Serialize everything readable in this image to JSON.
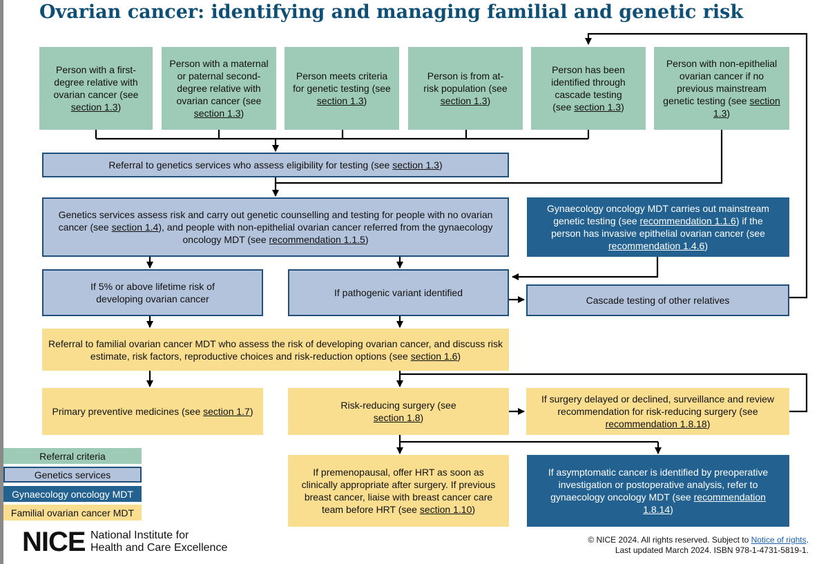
{
  "title": "Ovarian cancer: identifying and managing familial and genetic risk",
  "entry_boxes": [
    {
      "pre": "Person with a first-degree relative with ovarian cancer (see ",
      "link": "section 1.3",
      "post": ")"
    },
    {
      "pre": "Person with a maternal or paternal second-degree relative with ovarian cancer (see ",
      "link": "section 1.3",
      "post": ")"
    },
    {
      "pre": "Person meets criteria for genetic testing (see ",
      "link": "section 1.3",
      "post": ")"
    },
    {
      "pre": "Person is from at-risk population (see ",
      "link": "section 1.3",
      "post": ")"
    },
    {
      "pre": "Person has been identified through cascade testing (see ",
      "link": "section 1.3",
      "post": ")"
    },
    {
      "pre": "Person with non-epithelial ovarian cancer if no previous mainstream genetic testing (see ",
      "link": "section 1.3",
      "post": ")"
    }
  ],
  "referral_genetics": {
    "pre": "Referral to genetics services who assess eligibility for testing (see ",
    "link": "section 1.3",
    "post": ")"
  },
  "genetics_assess": {
    "pre": "Genetics services assess risk and carry out genetic counselling and testing for people with no ovarian cancer (see ",
    "link1": "section 1.4",
    "mid": "), and people with non-epithelial ovarian cancer referred from the gynaecology oncology MDT (see ",
    "link2": "recommendation 1.1.5",
    "post": ")"
  },
  "mdt_mainstream": {
    "pre": "Gynaecology oncology MDT carries out mainstream genetic testing (see ",
    "link1": "recommendation 1.1.6",
    "mid": ") if the person has invasive epithelial ovarian cancer (see ",
    "link2": "recommendation 1.4.6",
    "post": ")"
  },
  "risk_5pct": "If 5% or above lifetime risk of developing ovarian cancer",
  "pathogenic": "If pathogenic variant identified",
  "cascade": "Cascade testing of other relatives",
  "familial_mdt": {
    "pre": "Referral to familial ovarian cancer MDT who assess the risk of developing ovarian cancer, and discuss risk estimate, risk factors, reproductive choices and risk-reduction options (see ",
    "link": "section 1.6",
    "post": ")"
  },
  "preventive": {
    "pre": "Primary preventive medicines (see ",
    "link": "section 1.7",
    "post": ")"
  },
  "surgery": {
    "pre": "Risk-reducing surgery (see ",
    "link": "section 1.8",
    "post": ")"
  },
  "surveillance": {
    "pre": "If surgery delayed or declined, surveillance and review recommendation for risk-reducing surgery (see ",
    "link": "recommendation 1.8.18",
    "post": ")"
  },
  "premenopausal": {
    "pre": "If premenopausal, offer HRT as soon as clinically appropriate after surgery. If previous breast cancer, liaise with breast cancer care team before HRT (see ",
    "link": "section 1.10",
    "post": ")"
  },
  "asymptomatic": {
    "pre": "If asymptomatic cancer is identified by preoperative investigation or postoperative analysis, refer to gynaecology oncology MDT (see ",
    "link": "recommendation 1.8.14",
    "post": ")"
  },
  "legend": [
    "Referral criteria",
    "Genetics services",
    "Gynaecology oncology MDT",
    "Familial ovarian cancer MDT"
  ],
  "logo_text": "NICE",
  "org_line1": "National Institute for",
  "org_line2": "Health and Care Excellence",
  "footer": {
    "line1_pre": "© NICE 2024. All rights reserved. Subject to ",
    "line1_link": "Notice of rights",
    "line1_post": ".",
    "line2": "Last updated March 2024. ISBN 978-1-4731-5819-1."
  },
  "colors": {
    "title": "#104f75",
    "referral_criteria": "#9ecab8",
    "genetics_services": "#b3c3dc",
    "gynae_mdt": "#236290",
    "familial_mdt": "#f9de90"
  }
}
